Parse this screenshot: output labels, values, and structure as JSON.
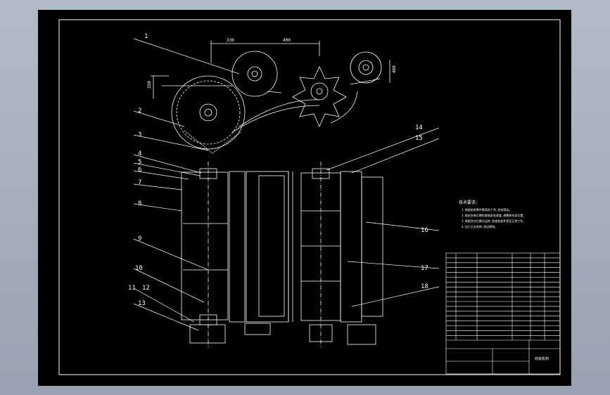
{
  "drawing": {
    "background": "#000000",
    "line_color": "#ffffff",
    "viewport_color": "#a7afbd",
    "callouts": [
      "1",
      "2",
      "3",
      "4",
      "5",
      "6",
      "7",
      "8",
      "9",
      "10",
      "11",
      "12",
      "13",
      "14",
      "15",
      "16",
      "17",
      "18"
    ],
    "dimensions": {
      "d1": "330",
      "d2": "400",
      "d3": "350",
      "d4": "480"
    },
    "notes": {
      "title": "技术要求:",
      "lines": [
        "1.装配前各零件需清洗干净,涂润滑油。",
        "2.链轮安装后需检查链条张紧度,调整到合适位置。",
        "3.装配完毕后需试运转,检查各部件是否正常工作。",
        "4.加工后去毛刺,锐边倒钝。"
      ]
    },
    "title_block": {
      "drawing_name": "收获机构"
    }
  }
}
